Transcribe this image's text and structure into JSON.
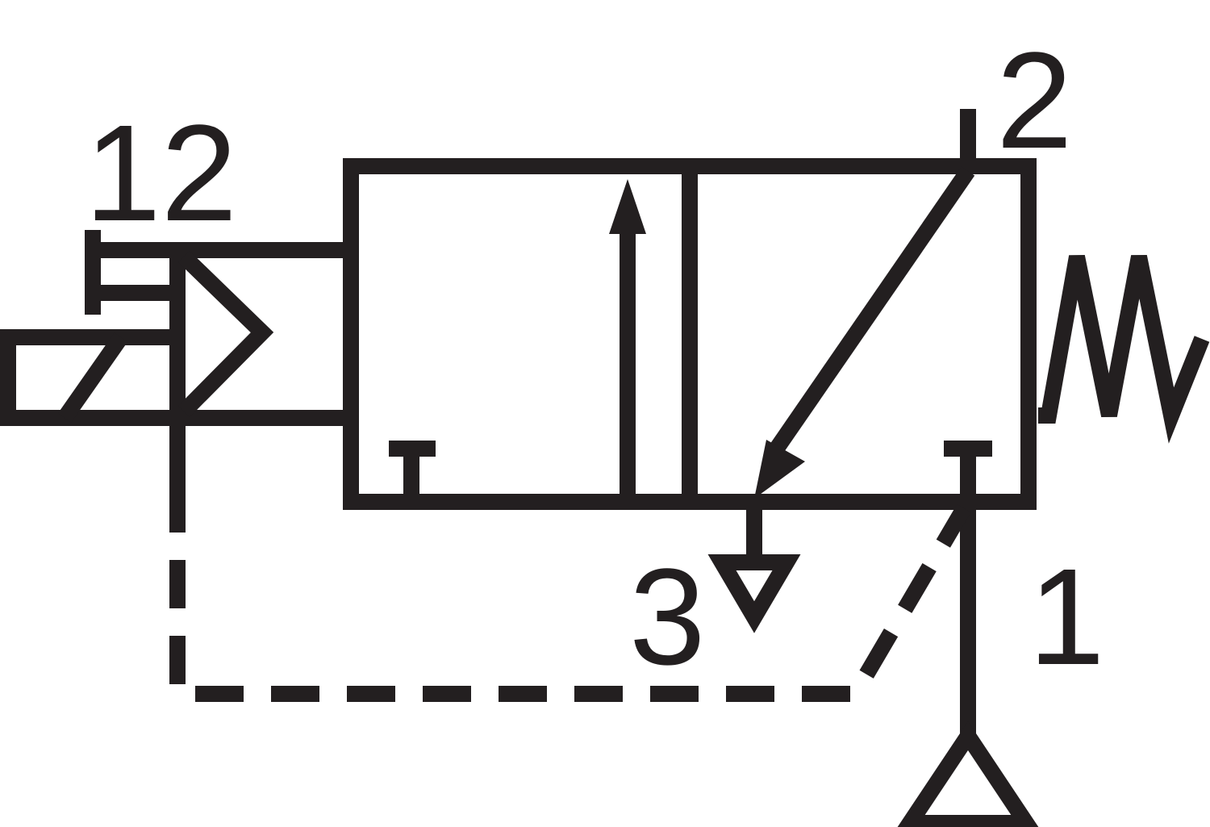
{
  "diagram": {
    "type": "pneumatic-symbol",
    "description": "3/2-way valve, solenoid pilot operated, spring return",
    "colors": {
      "stroke": "#231f20",
      "background": "#ffffff"
    },
    "ports": {
      "p1": "1",
      "p2": "2",
      "p3": "3",
      "p12": "12"
    }
  }
}
